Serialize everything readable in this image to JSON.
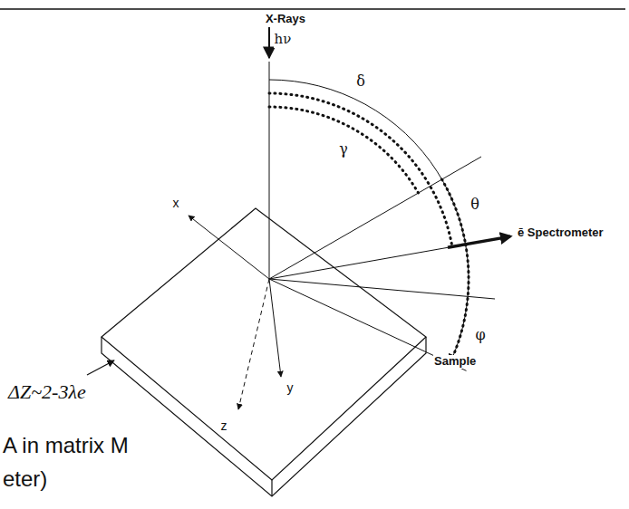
{
  "diagram": {
    "labels": [
      "X-Rays",
      "hν",
      "δ",
      "γ",
      "θ",
      "ē Spectrometer",
      "x",
      "φ",
      "y",
      "z",
      "ΔZ~2-3λe",
      "A in matrix M",
      "eter)",
      "Sample"
    ]
  }
}
